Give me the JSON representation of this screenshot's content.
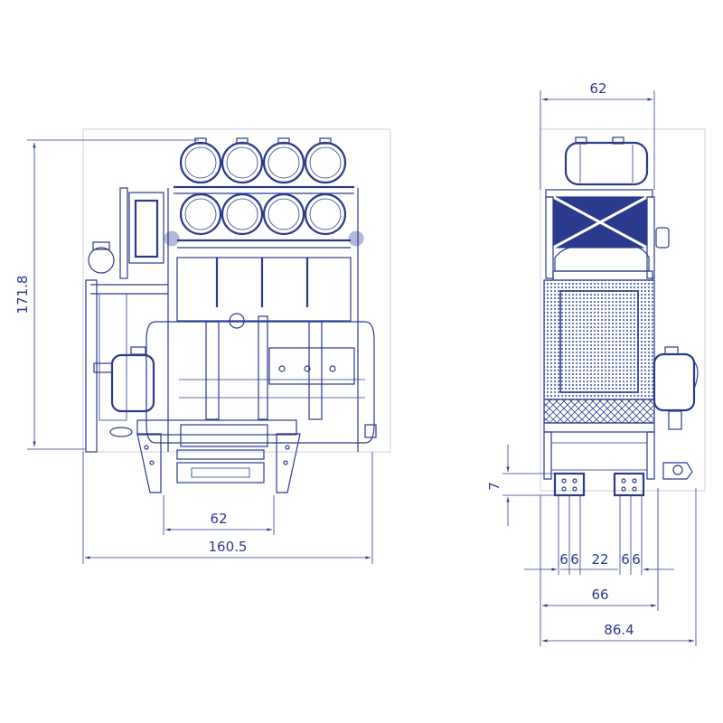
{
  "colors": {
    "line": "#2a3a8c",
    "frame": "#c8c8d0",
    "mesh": "#5a6ab0"
  },
  "front_view": {
    "height_label": "171.8",
    "inner_width_label": "62",
    "total_width_label": "160.5"
  },
  "side_view": {
    "top_width_label": "62",
    "pad_offset_label": "7",
    "hole_label_1": "6",
    "hole_label_2": "6",
    "gap_label": "22",
    "hole_label_3": "6",
    "hole_label_4": "6",
    "base_width_label": "66",
    "total_width_label": "86.4"
  }
}
